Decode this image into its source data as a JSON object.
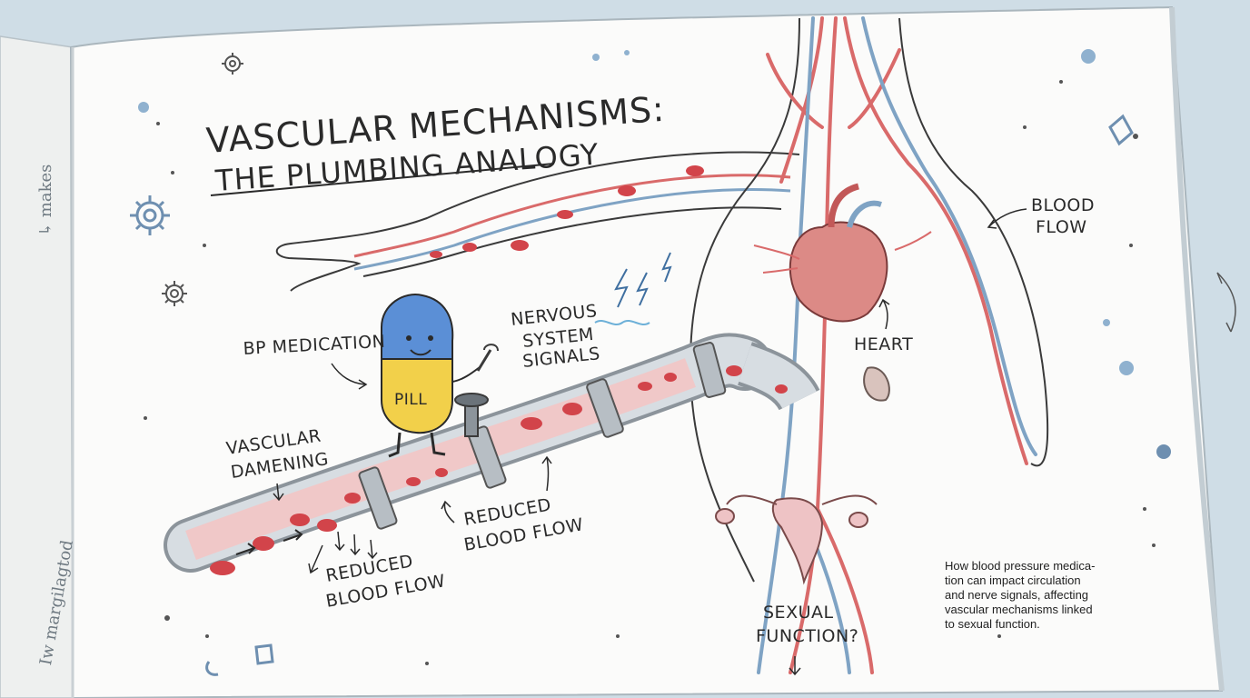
{
  "title": {
    "line1": "VASCULAR MECHANISMS:",
    "line2": "THE PLUMBING ANALOGY"
  },
  "labels": {
    "bp_medication": "BP MEDICATION",
    "pill": "PILL",
    "vascular_dampening_1": "VASCULAR",
    "vascular_dampening_2": "DAMENING",
    "reduced_flow_a_1": "REDUCED",
    "reduced_flow_a_2": "BLOOD FLOW",
    "reduced_flow_b_1": "REDUCED",
    "reduced_flow_b_2": "BLOOD FLOW",
    "nervous_1": "NERVOUS",
    "nervous_2": "SYSTEM",
    "nervous_3": "SIGNALS",
    "heart": "HEART",
    "blood_flow_1": "BLOOD",
    "blood_flow_2": "FLOW",
    "sexual_1": "SEXUAL",
    "sexual_2": "FUNCTION?"
  },
  "caption": "How blood pressure medica-\ntion can impact circulation\nand nerve signals, affecting\nvascular mechanisms linked\nto sexual function.",
  "margin_notes": {
    "top": "↳ makes",
    "bottom": "Iw margilagtod"
  },
  "colors": {
    "page": "#fbfbfa",
    "artery": "#d96a6a",
    "vein": "#7fa3c4",
    "ink": "#2a2a2a",
    "pill_top": "#5b8fd6",
    "pill_bottom": "#f2d04a",
    "blood_cell": "#d2444a"
  }
}
